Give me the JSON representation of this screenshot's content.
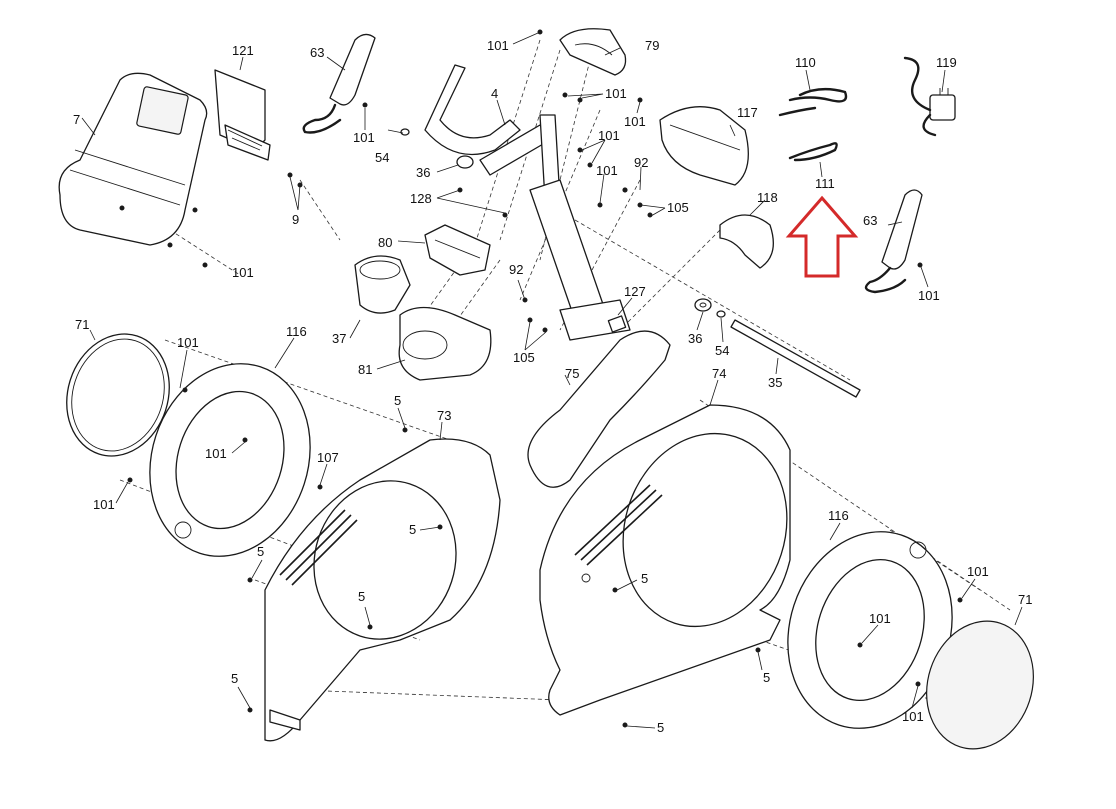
{
  "callouts": [
    {
      "id": "c121a",
      "text": "121"
    },
    {
      "id": "c63a",
      "text": "63"
    },
    {
      "id": "c7",
      "text": "7"
    },
    {
      "id": "c101a",
      "text": "101"
    },
    {
      "id": "c9",
      "text": "9"
    },
    {
      "id": "c101b",
      "text": "101"
    },
    {
      "id": "c101c",
      "text": "101"
    },
    {
      "id": "c79",
      "text": "79"
    },
    {
      "id": "c101d",
      "text": "101"
    },
    {
      "id": "c101e",
      "text": "101"
    },
    {
      "id": "c4",
      "text": "4"
    },
    {
      "id": "c54a",
      "text": "54"
    },
    {
      "id": "c101f",
      "text": "101"
    },
    {
      "id": "c36a",
      "text": "36"
    },
    {
      "id": "c92a",
      "text": "92"
    },
    {
      "id": "c101g",
      "text": "101"
    },
    {
      "id": "c128",
      "text": "128"
    },
    {
      "id": "c105a",
      "text": "105"
    },
    {
      "id": "c80",
      "text": "80"
    },
    {
      "id": "c117",
      "text": "117"
    },
    {
      "id": "c110",
      "text": "110"
    },
    {
      "id": "c119",
      "text": "119"
    },
    {
      "id": "c111",
      "text": "111"
    },
    {
      "id": "c118",
      "text": "118"
    },
    {
      "id": "c63b",
      "text": "63"
    },
    {
      "id": "c101h",
      "text": "101"
    },
    {
      "id": "c92b",
      "text": "92"
    },
    {
      "id": "c127",
      "text": "127"
    },
    {
      "id": "c37",
      "text": "37"
    },
    {
      "id": "c105b",
      "text": "105"
    },
    {
      "id": "c36b",
      "text": "36"
    },
    {
      "id": "c54b",
      "text": "54"
    },
    {
      "id": "c81",
      "text": "81"
    },
    {
      "id": "c75",
      "text": "75"
    },
    {
      "id": "c35",
      "text": "35"
    },
    {
      "id": "c71a",
      "text": "71"
    },
    {
      "id": "c101i",
      "text": "101"
    },
    {
      "id": "c116a",
      "text": "116"
    },
    {
      "id": "c5a",
      "text": "5"
    },
    {
      "id": "c73",
      "text": "73"
    },
    {
      "id": "c101j",
      "text": "101"
    },
    {
      "id": "c107",
      "text": "107"
    },
    {
      "id": "c101k",
      "text": "101"
    },
    {
      "id": "c5b",
      "text": "5"
    },
    {
      "id": "c5c",
      "text": "5"
    },
    {
      "id": "c5d",
      "text": "5"
    },
    {
      "id": "c5e",
      "text": "5"
    },
    {
      "id": "c74",
      "text": "74"
    },
    {
      "id": "c5f",
      "text": "5"
    },
    {
      "id": "c116b",
      "text": "116"
    },
    {
      "id": "c101l",
      "text": "101"
    },
    {
      "id": "c71b",
      "text": "71"
    },
    {
      "id": "c101m",
      "text": "101"
    },
    {
      "id": "c5g",
      "text": "5"
    },
    {
      "id": "c101n",
      "text": "101"
    },
    {
      "id": "c5h",
      "text": "5"
    }
  ],
  "highlight": {
    "color": "#d42a2a",
    "target": "111"
  }
}
